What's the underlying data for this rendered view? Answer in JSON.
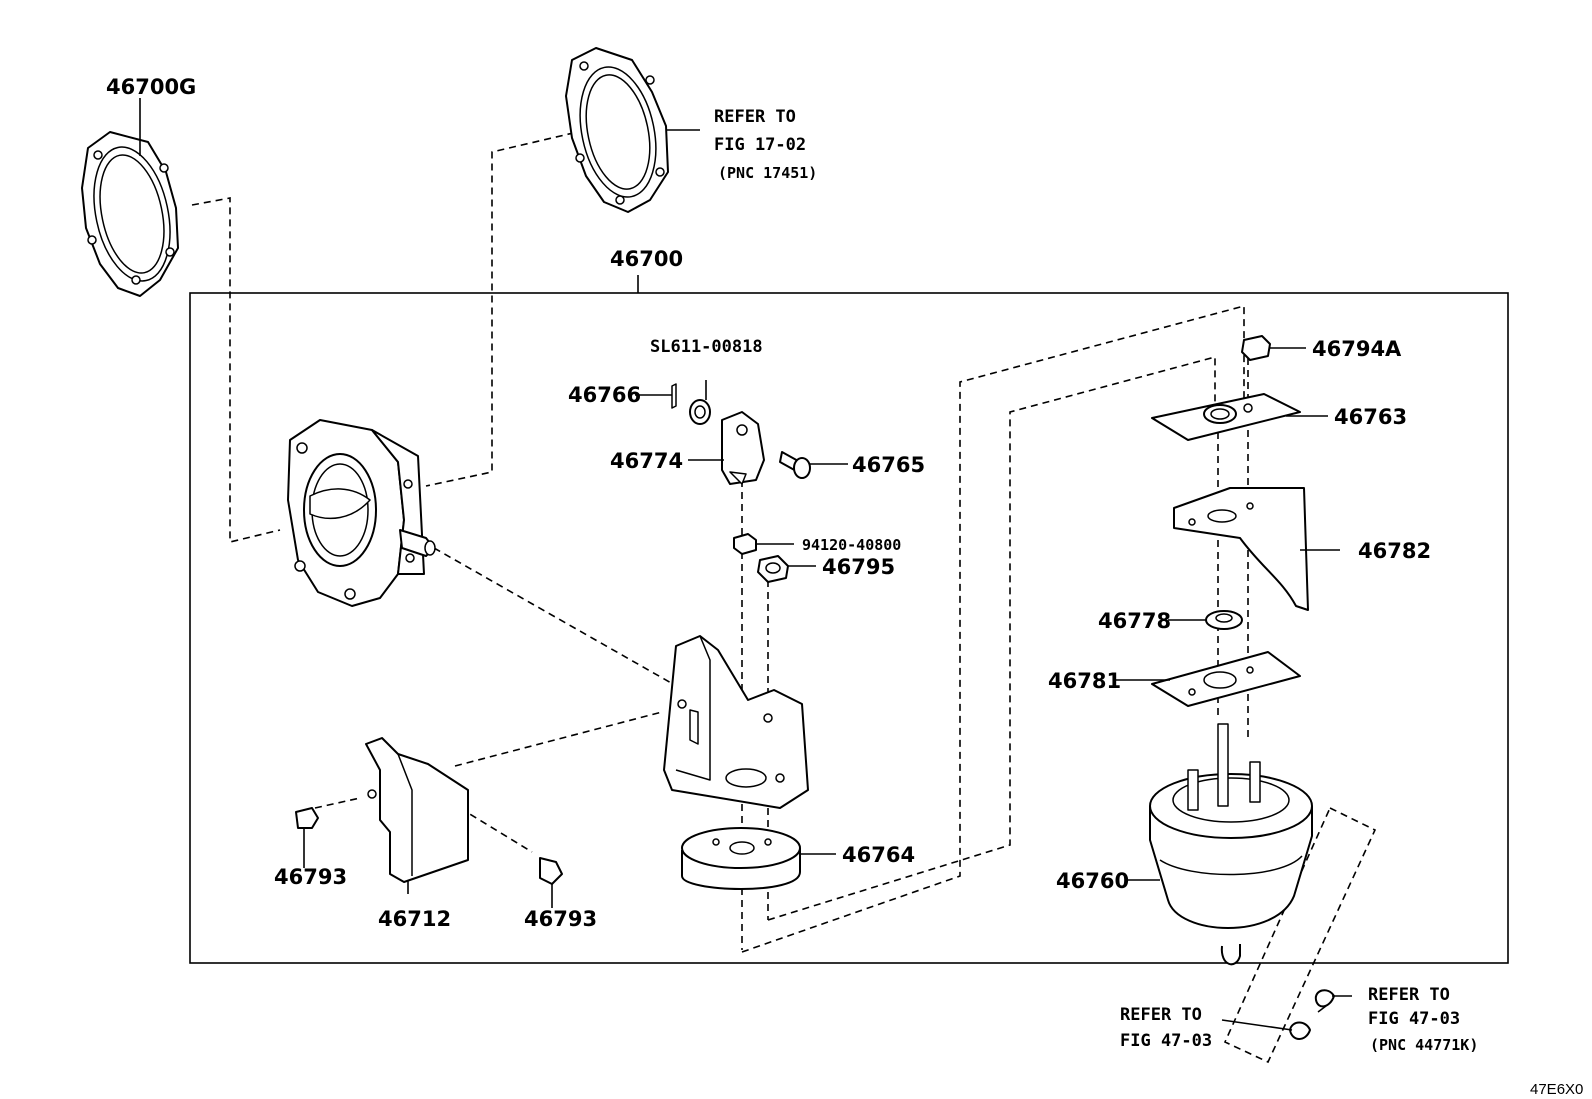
{
  "labels": {
    "p46700G": "46700G",
    "p46700": "46700",
    "pSL611": "SL611-00818",
    "p46766": "46766",
    "p46774": "46774",
    "p46765": "46765",
    "p94120": "94120-40800",
    "p46795": "46795",
    "p46764": "46764",
    "p46793a": "46793",
    "p46712": "46712",
    "p46793b": "46793",
    "p46794A": "46794A",
    "p46763": "46763",
    "p46782": "46782",
    "p46778": "46778",
    "p46781": "46781",
    "p46760": "46760"
  },
  "references": {
    "top_right": {
      "line1": "REFER TO",
      "line2": "FIG 17-02",
      "line3": "(PNC 17451)"
    },
    "bottom_left": {
      "line1": "REFER TO",
      "line2": "FIG 47-03"
    },
    "bottom_right": {
      "line1": "REFER TO",
      "line2": "FIG 47-03",
      "line3": "(PNC 44771K)"
    }
  },
  "figure_code": "47E6X0"
}
